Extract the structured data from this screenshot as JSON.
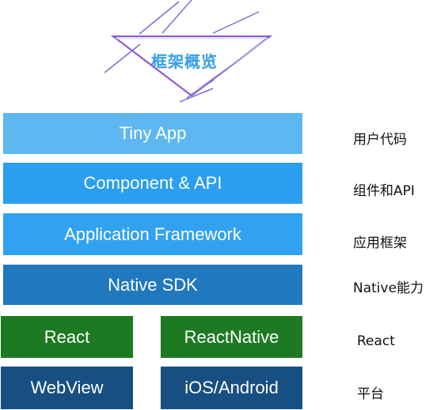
{
  "title": "框架概览",
  "layers": {
    "tiny_app": "Tiny  App",
    "component_api": "Component & API",
    "application_framework": "Application  Framework",
    "native_sdk": "Native SDK",
    "react": "React",
    "react_native": "ReactNative",
    "webview": "WebView",
    "ios_android": "iOS/Android"
  },
  "side_labels": {
    "user_code": "用户代码",
    "component_api": "组件和API",
    "application_framework": "应用框架",
    "native_ability": "Native能力",
    "react": "React",
    "platform": "平台"
  },
  "colors": {
    "title_accent": "#3aa0e8",
    "title_triangle": "#8e58d3",
    "tiny_app": "#5eb7f0",
    "component_api": "#2b9ef0",
    "application_framework": "#31a2ef",
    "native_sdk": "#2078be",
    "react_group": "#1d7a23",
    "platform_group": "#174f82"
  }
}
